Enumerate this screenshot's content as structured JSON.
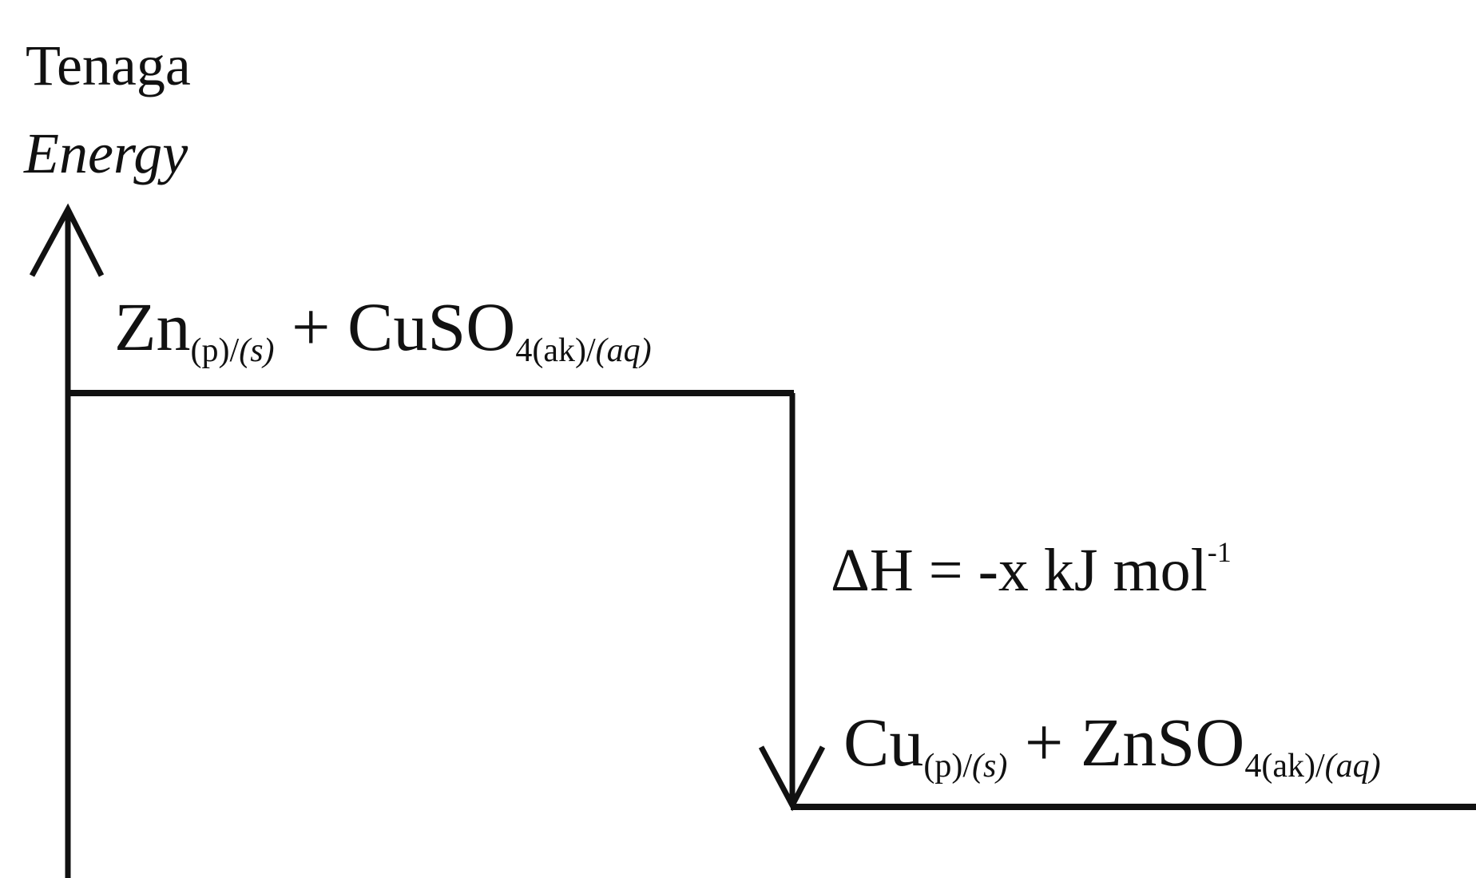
{
  "axis": {
    "title_ms": "Tenaga",
    "title_en": "Energy"
  },
  "reactants": {
    "species1": "Zn",
    "species1_state": "(p)/",
    "species1_state_en": "(s)",
    "plus": " + ",
    "species2": "CuSO",
    "species2_sub": "4(ak)/",
    "species2_sub_en": "(aq)"
  },
  "products": {
    "species1": "Cu",
    "species1_state": "(p)/",
    "species1_state_en": "(s)",
    "plus": " + ",
    "species2": "ZnSO",
    "species2_sub": "4(ak)/",
    "species2_sub_en": "(aq)"
  },
  "enthalpy": {
    "text": "ΔH = -x kJ mol",
    "exponent": "-1"
  },
  "colors": {
    "line": "#111111",
    "background": "#ffffff"
  }
}
